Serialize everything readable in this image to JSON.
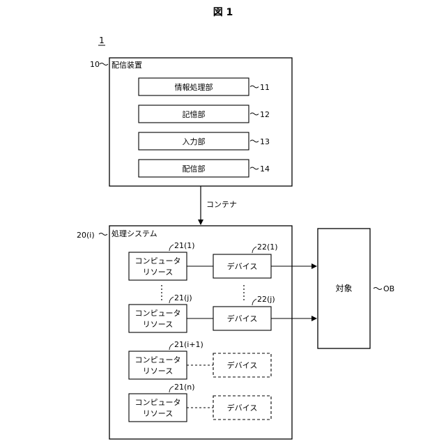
{
  "figure_title": "図 1",
  "system_ref": "1",
  "distribution_device": {
    "ref": "10",
    "label": "配信装置",
    "units": [
      {
        "label": "情報処理部",
        "ref": "11"
      },
      {
        "label": "記憶部",
        "ref": "12"
      },
      {
        "label": "入力部",
        "ref": "13"
      },
      {
        "label": "配信部",
        "ref": "14"
      }
    ]
  },
  "container_label": "コンテナ",
  "processing_system": {
    "ref": "20(i)",
    "label": "処理システム",
    "rows": [
      {
        "resource_label": [
          "コンピュータ",
          "リソース"
        ],
        "resource_ref": "21(1)",
        "device_label": "デバイス",
        "device_ref": "22(1)",
        "device_style": "solid"
      },
      {
        "resource_label": [
          "コンピュータ",
          "リソース"
        ],
        "resource_ref": "21(j)",
        "device_label": "デバイス",
        "device_ref": "22(j)",
        "device_style": "solid"
      },
      {
        "resource_label": [
          "コンピュータ",
          "リソース"
        ],
        "resource_ref": "21(i+1)",
        "device_label": "デバイス",
        "device_ref": "",
        "device_style": "dashed"
      },
      {
        "resource_label": [
          "コンピュータ",
          "リソース"
        ],
        "resource_ref": "21(n)",
        "device_label": "デバイス",
        "device_ref": "",
        "device_style": "dashed"
      }
    ]
  },
  "target": {
    "label": "対象",
    "ref": "OB"
  }
}
